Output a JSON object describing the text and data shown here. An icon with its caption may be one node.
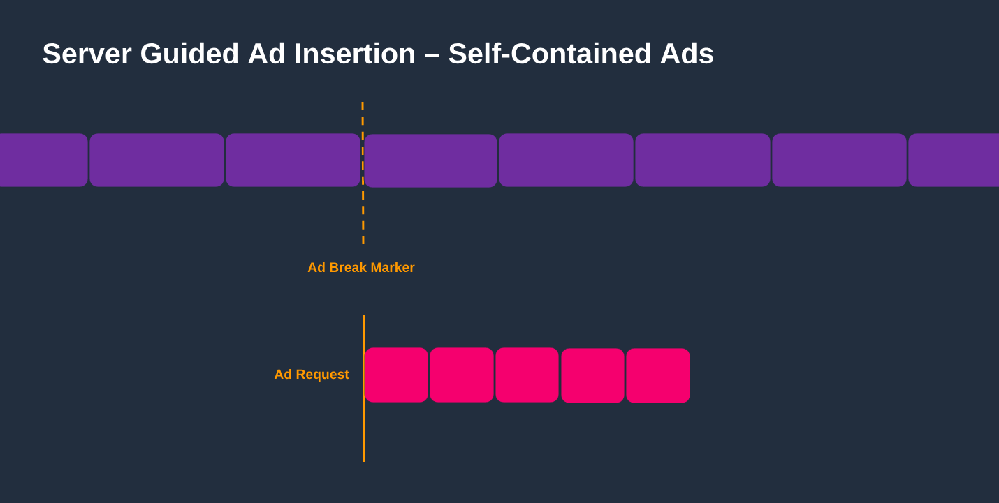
{
  "diagram": {
    "title": "Server Guided Ad Insertion – Self-Contained Ads",
    "nodes": [
      {
        "text": [],
        "shape": "box"
      },
      {
        "text": [],
        "shape": "box"
      },
      {
        "text": [],
        "shape": "box"
      },
      {
        "text": [],
        "shape": "box"
      },
      {
        "text": [],
        "shape": "box"
      },
      {
        "text": [],
        "shape": "box"
      },
      {
        "text": [],
        "shape": "box"
      },
      {
        "text": [],
        "shape": "box"
      },
      {
        "text": [],
        "shape": "box"
      },
      {
        "text": [],
        "shape": "box"
      },
      {
        "text": [],
        "shape": "box"
      },
      {
        "text": [],
        "shape": "box"
      },
      {
        "text": [],
        "shape": "box"
      }
    ],
    "labels": [
      "Ad Break Marker",
      "Ad Request"
    ]
  }
}
